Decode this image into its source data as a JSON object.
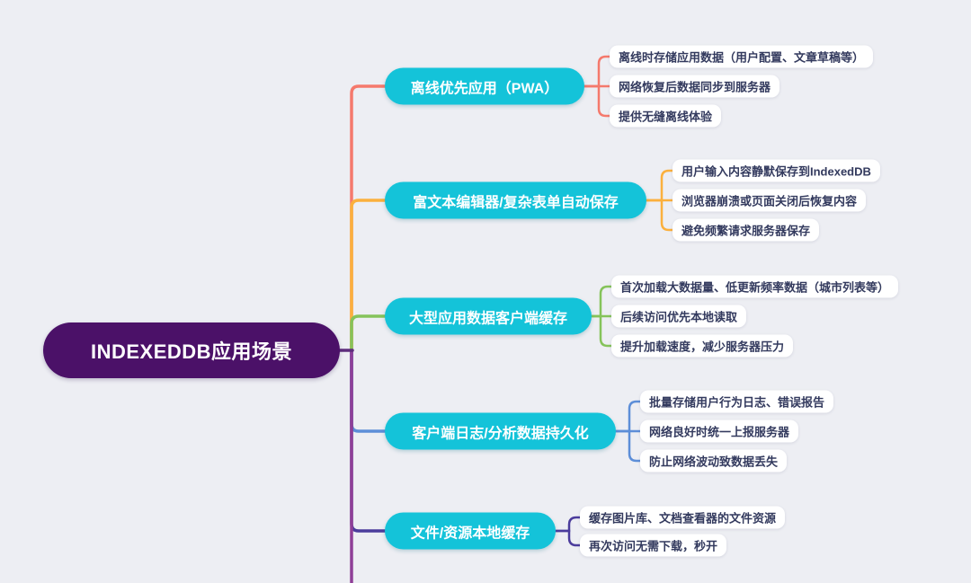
{
  "mindmap": {
    "root": {
      "label": "INDEXEDDB应用场景"
    },
    "branches": [
      {
        "label": "离线优先应用（PWA）",
        "line_color": "#f5796c",
        "children": [
          "离线时存储应用数据（用户配置、文章草稿等）",
          "网络恢复后数据同步到服务器",
          "提供无缝离线体验"
        ]
      },
      {
        "label": "富文本编辑器/复杂表单自动保存",
        "line_color": "#fbb03d",
        "children": [
          "用户输入内容静默保存到IndexedDB",
          "浏览器崩溃或页面关闭后恢复内容",
          "避免频繁请求服务器保存"
        ]
      },
      {
        "label": "大型应用数据客户端缓存",
        "line_color": "#85c35a",
        "children": [
          "首次加载大数据量、低更新频率数据（城市列表等）",
          "后续访问优先本地读取",
          "提升加载速度，减少服务器压力"
        ]
      },
      {
        "label": "客户端日志/分析数据持久化",
        "line_color": "#5d8ed8",
        "children": [
          "批量存储用户行为日志、错误报告",
          "网络良好时统一上报服务器",
          "防止网络波动致数据丢失"
        ]
      },
      {
        "label": "文件/资源本地缓存",
        "line_color": "#4b3c9c",
        "children": [
          "缓存图片库、文档查看器的文件资源",
          "再次访问无需下载，秒开"
        ]
      }
    ],
    "colors": {
      "background": "#edeef3",
      "root_node": "#4b1168",
      "branch_node": "#14c3d9",
      "leaf_background": "#ffffff",
      "leaf_text": "#333a5e",
      "root_stub": "#5e2d7d",
      "trunk_lower": "#8f3f97"
    }
  }
}
